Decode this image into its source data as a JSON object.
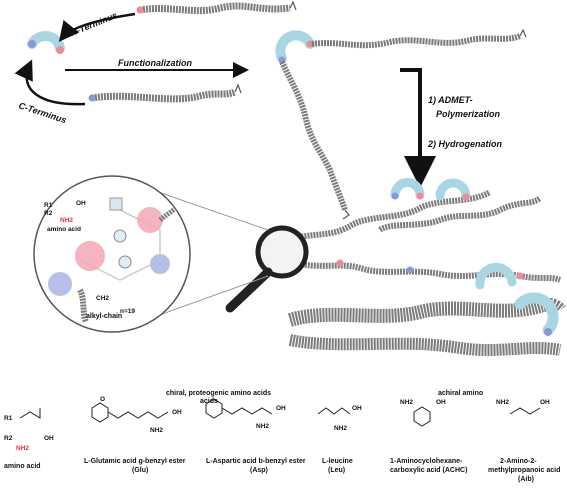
{
  "scheme": {
    "n_terminus": "N-Terminus",
    "c_terminus": "C-Terminus",
    "functionalization": "Functionalization",
    "step1": "1) ADMET-",
    "step1b": "Polymerization",
    "step2": "2) Hydrogenation"
  },
  "inset": {
    "amino_acid": "amino acid",
    "ch2": "CH2",
    "n": "n=19",
    "alkyl_chain": "alkyl-chain",
    "r1": "R1",
    "r2": "R2",
    "oh": "OH",
    "nh2": "NH2",
    "o": "O"
  },
  "legend": {
    "chiral_header": "chiral, proteogenic amino acids",
    "chiral_header2": "acids",
    "achiral_header": "achiral amino",
    "generic": "amino acid",
    "items": [
      {
        "name": "L-Glutamic acid g-benzyl ester",
        "abbr": "(Glu)"
      },
      {
        "name": "L-Aspartic acid b-benzyl ester",
        "abbr": "(Asp)"
      },
      {
        "name": "L-leucine",
        "abbr": "(Leu)"
      },
      {
        "name": "1-Aminocyclohexane-",
        "abbr": "carboxylic acid (ACHC)"
      },
      {
        "name": "2-Amino-2-",
        "abbr": "methylpropanoic acid"
      },
      {
        "name": "",
        "abbr": "(Aib)"
      }
    ]
  },
  "colors": {
    "chain": "#7b7b7b",
    "cap": "#a9d6e3",
    "pink": "#f08a9a",
    "blue": "#8c97d8",
    "arrow": "#111111"
  }
}
